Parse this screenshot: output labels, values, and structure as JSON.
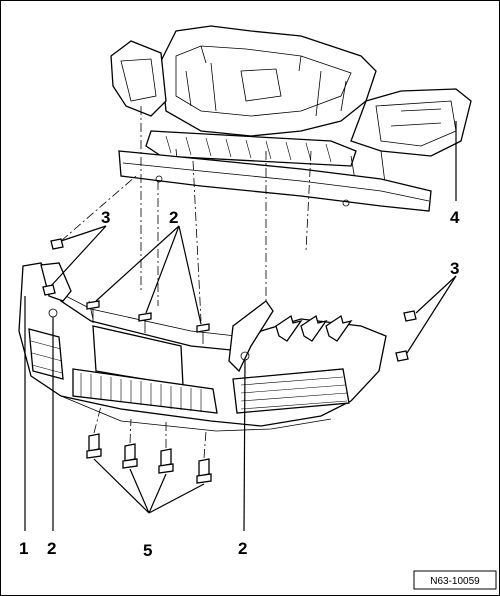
{
  "callouts": [
    {
      "id": "c1",
      "text": "1"
    },
    {
      "id": "c2a",
      "text": "2"
    },
    {
      "id": "c2b",
      "text": "2"
    },
    {
      "id": "c2top",
      "text": "2"
    },
    {
      "id": "c3left",
      "text": "3"
    },
    {
      "id": "c3right",
      "text": "3"
    },
    {
      "id": "c4",
      "text": "4"
    },
    {
      "id": "c5",
      "text": "5"
    }
  ],
  "reference": "N63-10059",
  "colors": {
    "ink": "#000000",
    "paper": "#ffffff"
  }
}
